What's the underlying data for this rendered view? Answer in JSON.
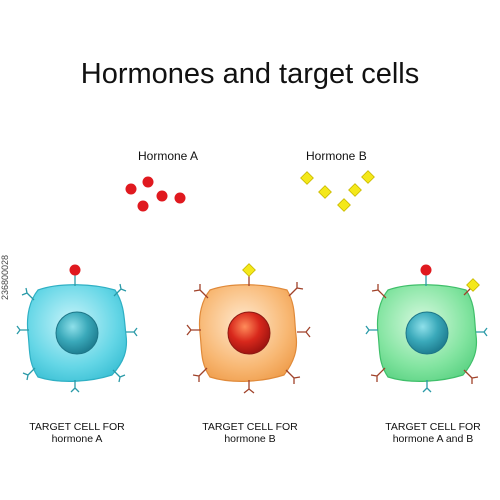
{
  "title": "Hormones and target cells",
  "hormones": {
    "a": {
      "label": "Hormone A",
      "color": "#e0191f"
    },
    "b": {
      "label": "Hormone B",
      "color": "#f4e81a"
    }
  },
  "cells": [
    {
      "caption_line1": "TARGET CELL FOR",
      "caption_line2": "hormone A",
      "fill": "#5cd6e6",
      "nucleus": "#3aa7b8"
    },
    {
      "caption_line1": "TARGET CELL FOR",
      "caption_line2": "hormone B",
      "fill": "#f6b46a",
      "nucleus": "#d9261c"
    },
    {
      "caption_line1": "TARGET CELL FOR",
      "caption_line2": "hormone A and B",
      "fill": "#7fe39c",
      "nucleus": "#3aa7b8"
    }
  ],
  "watermark": "236800028"
}
